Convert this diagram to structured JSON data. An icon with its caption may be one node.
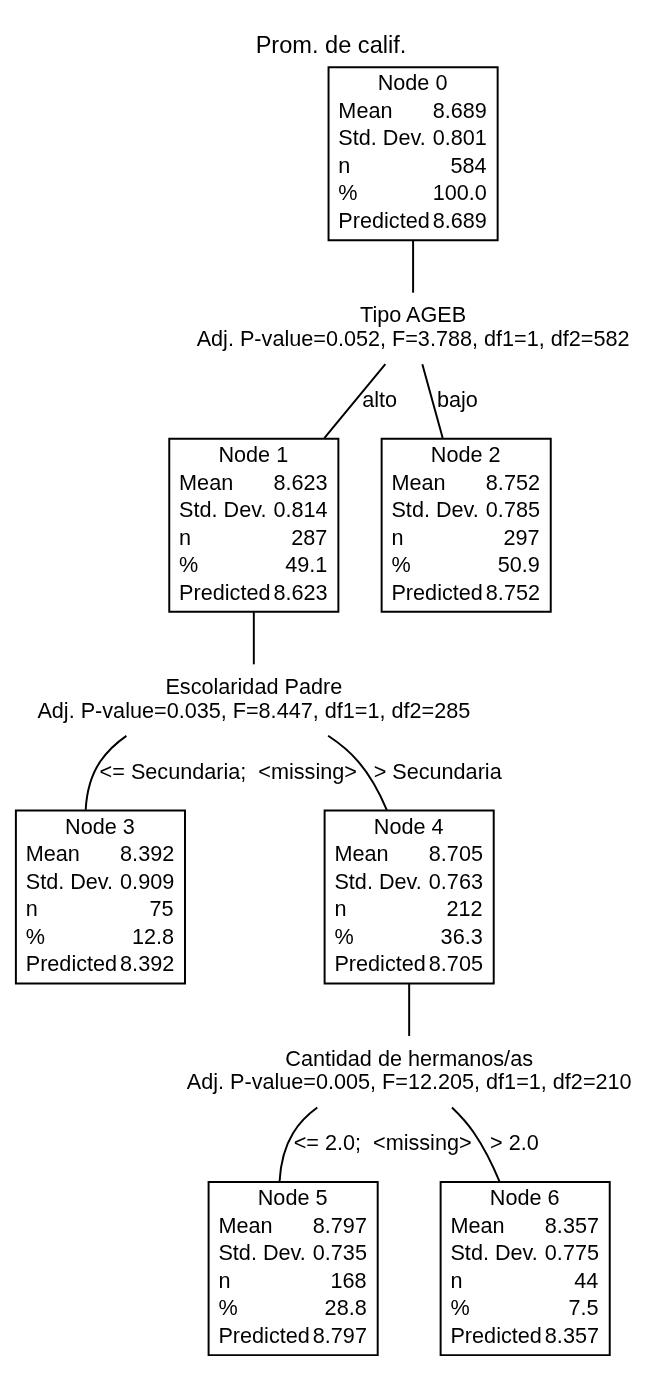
{
  "diagram": {
    "title": "Prom. de calif.",
    "nodes": [
      {
        "text": [
          "Node 0",
          "Mean",
          "8.689",
          "Std. Dev.",
          "0.801",
          "n",
          "584",
          "%",
          "100.0",
          "Predicted",
          "8.689"
        ]
      },
      {
        "text": [
          "Tipo AGEB",
          "Adj. P-value=0.052, F=3.788, df1=1, df2=582"
        ]
      },
      {
        "text": [
          "Node 1",
          "Mean",
          "8.623",
          "Std. Dev.",
          "0.814",
          "n",
          "287",
          "%",
          "49.1",
          "Predicted",
          "8.623"
        ]
      },
      {
        "text": [
          "Node 2",
          "Mean",
          "8.752",
          "Std. Dev.",
          "0.785",
          "n",
          "297",
          "%",
          "50.9",
          "Predicted",
          "8.752"
        ]
      },
      {
        "text": [
          "Escolaridad Padre",
          "Adj. P-value=0.035, F=8.447, df1=1, df2=285"
        ]
      },
      {
        "text": [
          "Node 3",
          "Mean",
          "8.392",
          "Std. Dev.",
          "0.909",
          "n",
          "75",
          "%",
          "12.8",
          "Predicted",
          "8.392"
        ]
      },
      {
        "text": [
          "Node 4",
          "Mean",
          "8.705",
          "Std. Dev.",
          "0.763",
          "n",
          "212",
          "%",
          "36.3",
          "Predicted",
          "8.705"
        ]
      },
      {
        "text": [
          "Cantidad de hermanos/as",
          "Adj. P-value=0.005, F=12.205, df1=1, df2=210"
        ]
      },
      {
        "text": [
          "Node 5",
          "Mean",
          "8.797",
          "Std. Dev.",
          "0.735",
          "n",
          "168",
          "%",
          "28.8",
          "Predicted",
          "8.797"
        ]
      },
      {
        "text": [
          "Node 6",
          "Mean",
          "8.357",
          "Std. Dev.",
          "0.775",
          "n",
          "44",
          "%",
          "7.5",
          "Predicted",
          "8.357"
        ]
      }
    ],
    "edges": [
      {
        "from": 0,
        "to": 1,
        "arrow": "none"
      },
      {
        "from": 1,
        "to": 2,
        "arrow": "none",
        "label": "alto"
      },
      {
        "from": 1,
        "to": 3,
        "arrow": "none",
        "label": "bajo"
      },
      {
        "from": 2,
        "to": 4,
        "arrow": "none"
      },
      {
        "from": 4,
        "to": 5,
        "arrow": "none",
        "label": "<= Secundaria;  <missing>"
      },
      {
        "from": 4,
        "to": 6,
        "arrow": "none",
        "label": "> Secundaria"
      },
      {
        "from": 6,
        "to": 7,
        "arrow": "none"
      },
      {
        "from": 7,
        "to": 8,
        "arrow": "none",
        "label": "<= 2.0;  <missing>"
      },
      {
        "from": 7,
        "to": 9,
        "arrow": "none",
        "label": "> 2.0"
      }
    ]
  }
}
